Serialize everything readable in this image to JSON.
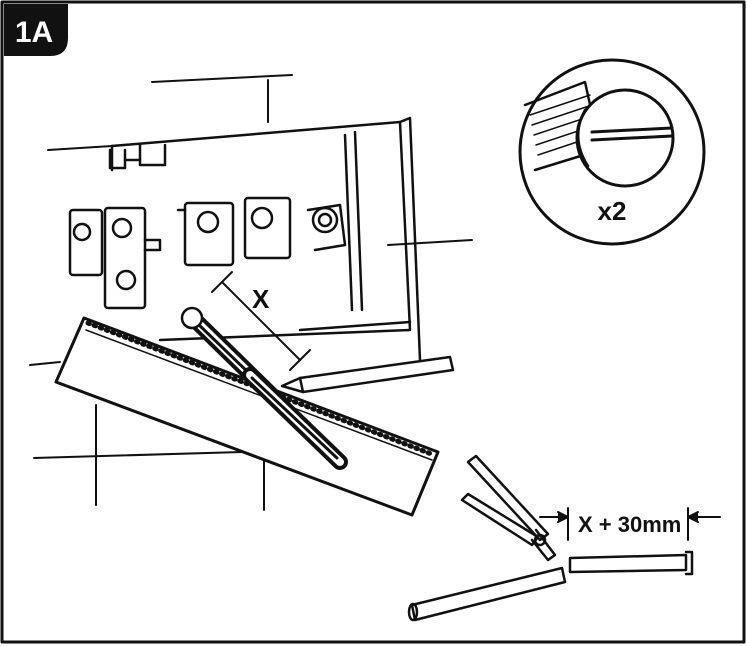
{
  "figure": {
    "step_label": "1A",
    "dimension_x": "X",
    "screw_count": "x2",
    "cut_length": "X + 30mm"
  },
  "colors": {
    "ink": "#111111",
    "badge": "#111111",
    "paper": "#ffffff"
  }
}
